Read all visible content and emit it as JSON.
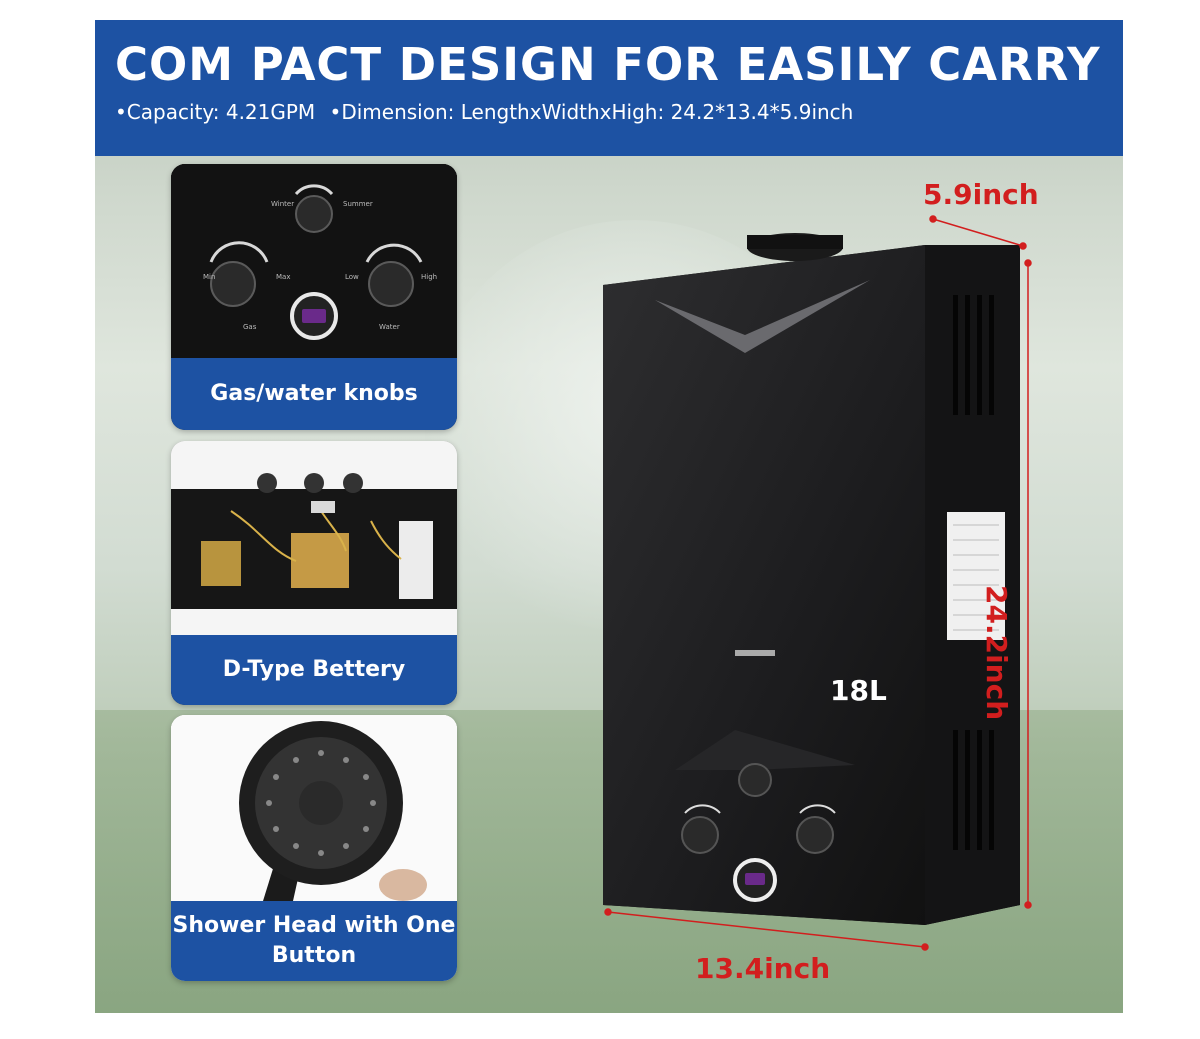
{
  "banner": {
    "title": "COM PACT DESIGN FOR EASILY CARRY",
    "capacity": "•Capacity: 4.21GPM",
    "dimension": "•Dimension: LengthxWidthxHigh:  24.2*13.4*5.9inch"
  },
  "features": [
    {
      "caption": "Gas/water knobs",
      "icon": "control-knobs-photo"
    },
    {
      "caption": "D-Type Bettery",
      "icon": "internal-components-photo"
    },
    {
      "caption": "Shower Head with One Button",
      "icon": "shower-head-photo"
    }
  ],
  "product": {
    "capacity_label": "18L",
    "depth": "5.9inch",
    "height": "24.2inch",
    "width": "13.4inch"
  },
  "colors": {
    "banner_blue": "#1d52a3",
    "dimension_red": "#d21e1e",
    "heater_body": "#1b1b1d"
  }
}
